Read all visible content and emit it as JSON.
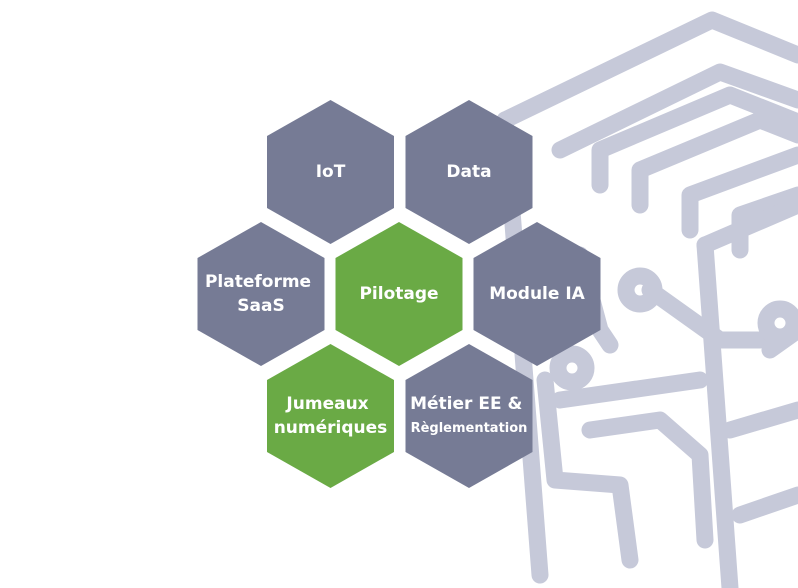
{
  "colors": {
    "hex_gray": "#767b95",
    "hex_green": "#6aaa45",
    "circuit": "#c6c9d9",
    "background": "#ffffff"
  },
  "hexagons": [
    {
      "id": "iot",
      "lines": [
        "IoT"
      ],
      "color": "gray",
      "icon": "hexagon"
    },
    {
      "id": "data",
      "lines": [
        "Data"
      ],
      "color": "gray",
      "icon": "hexagon"
    },
    {
      "id": "plateforme",
      "lines": [
        "Plateforme",
        "SaaS"
      ],
      "color": "gray",
      "icon": "hexagon"
    },
    {
      "id": "pilotage",
      "lines": [
        "Pilotage"
      ],
      "color": "green",
      "icon": "hexagon"
    },
    {
      "id": "module-ia",
      "lines": [
        "Module IA"
      ],
      "color": "gray",
      "icon": "hexagon"
    },
    {
      "id": "jumeaux",
      "lines": [
        "Jumeaux",
        "numériques"
      ],
      "color": "green",
      "icon": "hexagon"
    },
    {
      "id": "metier",
      "lines": [
        "Métier EE &",
        "Règlementation"
      ],
      "color": "gray",
      "icon": "hexagon"
    }
  ],
  "decoration": {
    "icon": "circuit-board-outline"
  }
}
